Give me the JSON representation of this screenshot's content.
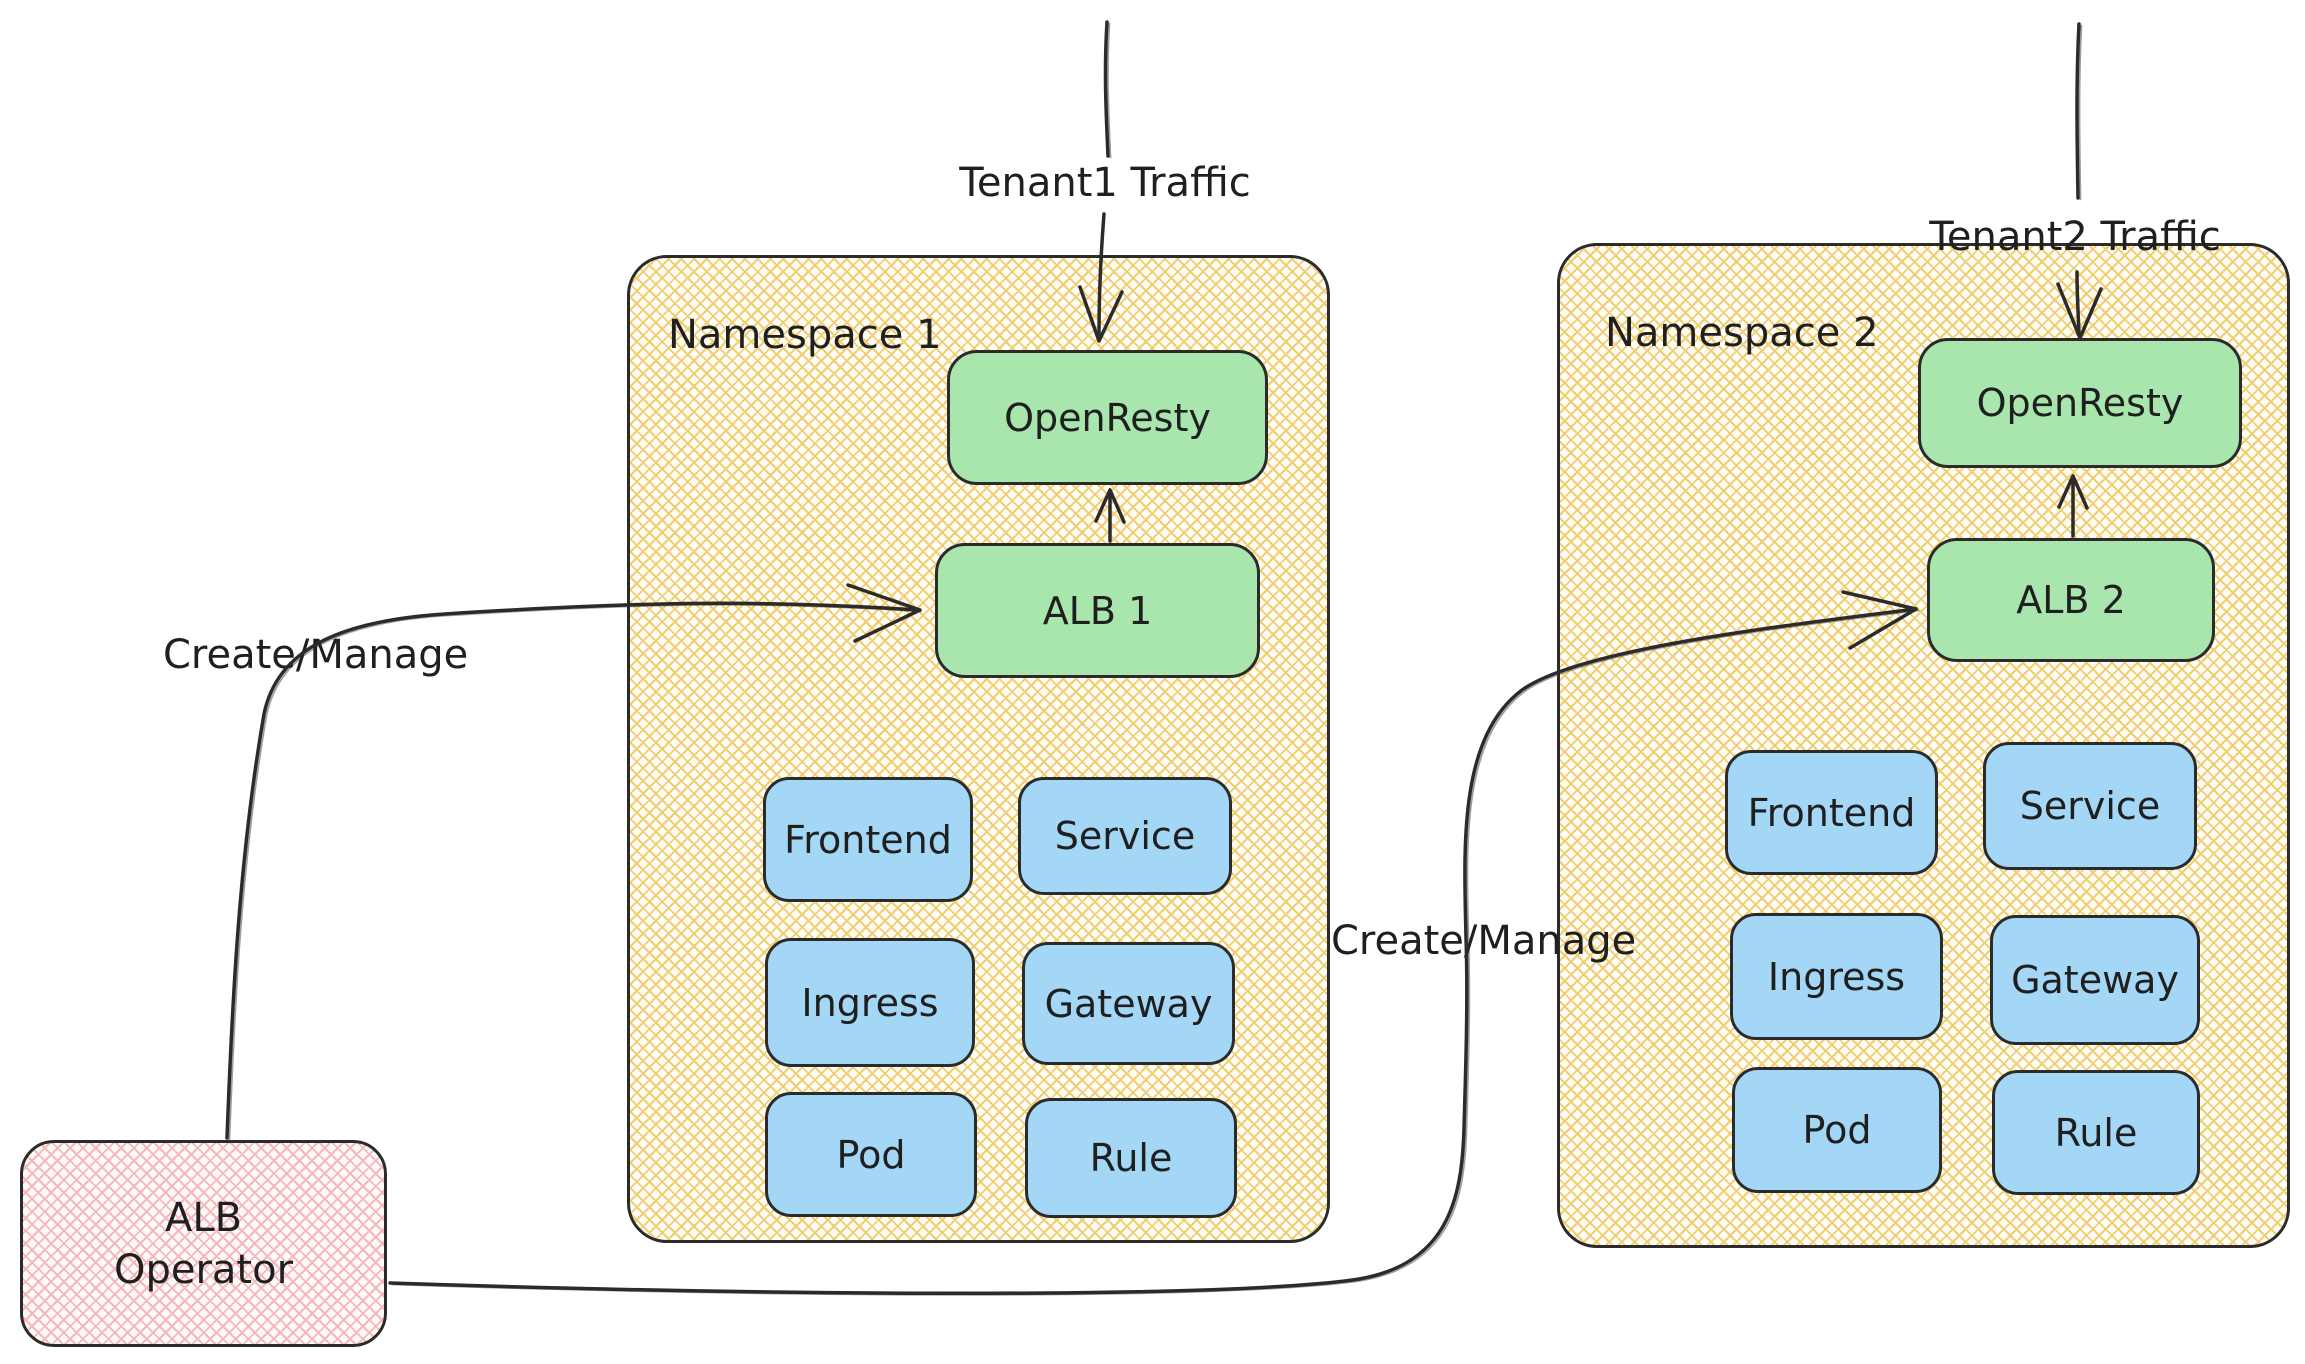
{
  "diagram": {
    "tenant1_label": "Tenant1 Traffic",
    "tenant2_label": "Tenant2 Traffic",
    "create_manage_left": "Create/Manage",
    "create_manage_right": "Create/Manage",
    "operator": {
      "line1": "ALB",
      "line2": "Operator"
    },
    "namespace1": {
      "title": "Namespace 1",
      "proxy": "OpenResty",
      "lb": "ALB 1",
      "resources": [
        "Frontend",
        "Service",
        "Ingress",
        "Gateway",
        "Pod",
        "Rule"
      ]
    },
    "namespace2": {
      "title": "Namespace 2",
      "proxy": "OpenResty",
      "lb": "ALB 2",
      "resources": [
        "Frontend",
        "Service",
        "Ingress",
        "Gateway",
        "Pod",
        "Rule"
      ]
    },
    "colors": {
      "stroke": "#2b2b2b",
      "text": "#1f1f1f",
      "namespace_hatch": "#f0cf74",
      "green_fill": "#a8e6ae",
      "blue_fill": "#a3d7f5",
      "pink_hatch": "#f6b8b8"
    }
  }
}
